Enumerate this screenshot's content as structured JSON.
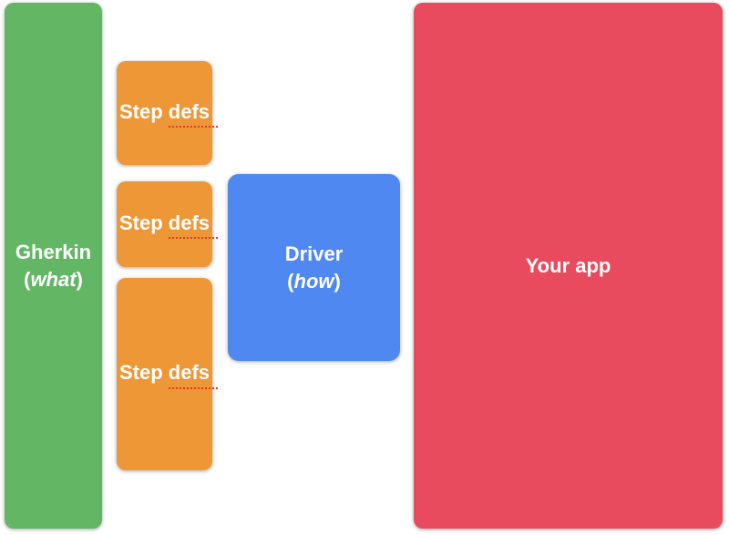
{
  "colors": {
    "green": "#63b764",
    "orange": "#ee9737",
    "blue": "#4f88f1",
    "red": "#e84a5e",
    "underline": "#e5342b",
    "text": "#ffffff",
    "background": "#ffffff"
  },
  "boxes": {
    "gherkin": {
      "title": "Gherkin",
      "paren_open": "(",
      "qualifier": "what",
      "paren_close": ")"
    },
    "step_defs_1": {
      "word": "Step",
      "misspelled": "defs"
    },
    "step_defs_2": {
      "word": "Step",
      "misspelled": "defs"
    },
    "step_defs_3": {
      "word": "Step",
      "misspelled": "defs"
    },
    "driver": {
      "title": "Driver",
      "paren_open": "(",
      "qualifier": "how",
      "paren_close": ")"
    },
    "your_app": {
      "title": "Your app"
    }
  }
}
